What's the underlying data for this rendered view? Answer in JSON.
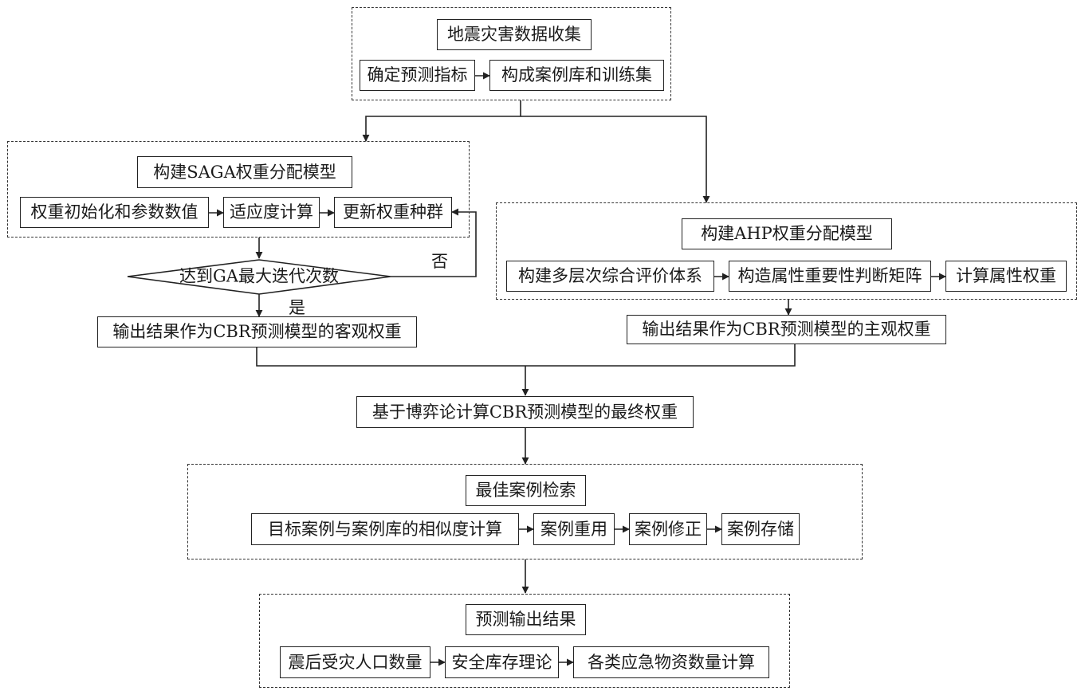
{
  "groups": {
    "data_collection": {
      "title": "地震灾害数据收集",
      "steps": [
        "确定预测指标",
        "构成案例库和训练集"
      ]
    },
    "saga": {
      "title": "构建SAGA权重分配模型",
      "steps": [
        "权重初始化和参数数值",
        "适应度计算",
        "更新权重种群"
      ]
    },
    "ahp": {
      "title": "构建AHP权重分配模型",
      "steps": [
        "构建多层次综合评价体系",
        "构造属性重要性判断矩阵",
        "计算属性权重"
      ]
    },
    "retrieval": {
      "title": "最佳案例检索",
      "steps": [
        "目标案例与案例库的相似度计算",
        "案例重用",
        "案例修正",
        "案例存储"
      ]
    },
    "prediction": {
      "title": "预测输出结果",
      "steps": [
        "震后受灾人口数量",
        "安全库存理论",
        "各类应急物资数量计算"
      ]
    }
  },
  "decision": {
    "text": "达到GA最大迭代次数",
    "no_label": "否",
    "yes_label": "是"
  },
  "outputs": {
    "objective": "输出结果作为CBR预测模型的客观权重",
    "subjective": "输出结果作为CBR预测模型的主观权重",
    "final": "基于博弈论计算CBR预测模型的最终权重"
  }
}
